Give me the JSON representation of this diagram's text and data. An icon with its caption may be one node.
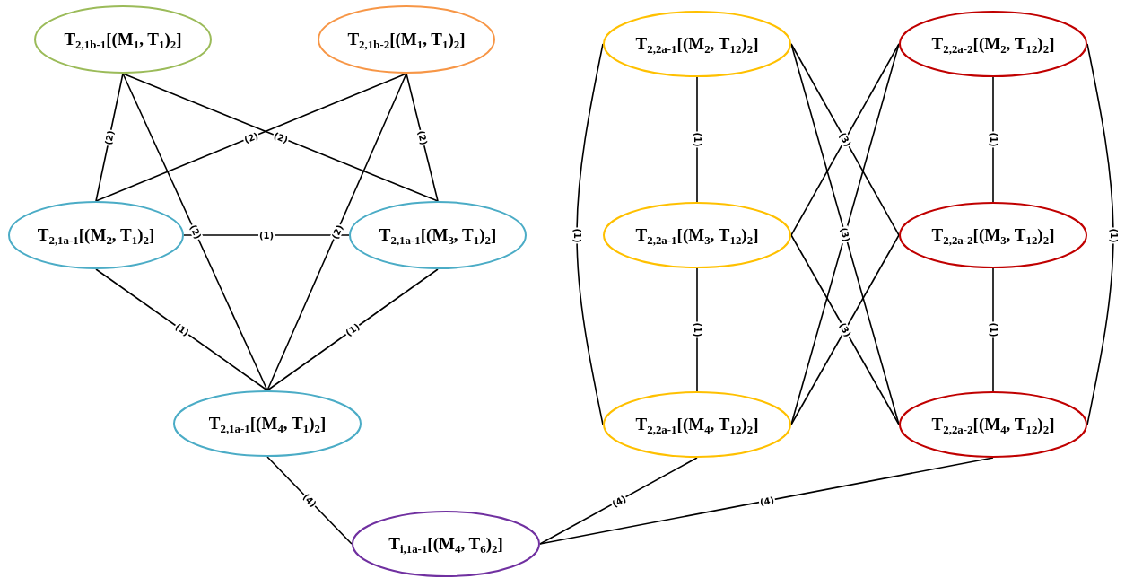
{
  "diagram": {
    "nodes": [
      {
        "text": [
          "T$_{2,1b-1}$[(M$_{1}$, T$_{1}$)$_{2}$]"
        ]
      },
      {
        "text": [
          "T$_{2,1b-2}$[(M$_{1}$, T$_{1}$)$_{2}$]"
        ]
      },
      {
        "text": [
          "T$_{2,1a-1}$[(M$_{2}$, T$_{1}$)$_{2}$]"
        ]
      },
      {
        "text": [
          "T$_{2,1a-1}$[(M$_{3}$, T$_{1}$)$_{2}$]"
        ]
      },
      {
        "text": [
          "T$_{2,1a-1}$[(M$_{4}$, T$_{1}$)$_{2}$]"
        ]
      },
      {
        "text": [
          "T$_{i,1a-1}$[(M$_{4}$, T$_{6}$)$_{2}$]"
        ]
      },
      {
        "text": [
          "T$_{2,2a-1}$[(M$_{2}$, T$_{12}$)$_{2}$]"
        ]
      },
      {
        "text": [
          "T$_{2,2a-1}$[(M$_{3}$, T$_{12}$)$_{2}$]"
        ]
      },
      {
        "text": [
          "T$_{2,2a-1}$[(M$_{4}$, T$_{12}$)$_{2}$]"
        ]
      },
      {
        "text": [
          "T$_{2,2a-2}$[(M$_{2}$, T$_{12}$)$_{2}$]"
        ]
      },
      {
        "text": [
          "T$_{2,2a-2}$[(M$_{3}$, T$_{12}$)$_{2}$]"
        ]
      },
      {
        "text": [
          "T$_{2,2a-2}$[(M$_{4}$, T$_{12}$)$_{2}$]"
        ]
      }
    ],
    "edges": [
      {
        "from": 0,
        "to": 2,
        "arrow": "none",
        "label": "(2)"
      },
      {
        "from": 0,
        "to": 3,
        "arrow": "none",
        "label": "(2)"
      },
      {
        "from": 1,
        "to": 2,
        "arrow": "none",
        "label": "(2)"
      },
      {
        "from": 1,
        "to": 3,
        "arrow": "none",
        "label": "(2)"
      },
      {
        "from": 0,
        "to": 4,
        "arrow": "none",
        "label": "(2)"
      },
      {
        "from": 1,
        "to": 4,
        "arrow": "none",
        "label": "(2)"
      },
      {
        "from": 2,
        "to": 3,
        "arrow": "none",
        "label": "(1)"
      },
      {
        "from": 2,
        "to": 4,
        "arrow": "none",
        "label": "(1)"
      },
      {
        "from": 3,
        "to": 4,
        "arrow": "none",
        "label": "(1)"
      },
      {
        "from": 4,
        "to": 5,
        "arrow": "none",
        "label": "(4)"
      },
      {
        "from": 6,
        "to": 7,
        "arrow": "none",
        "label": "(1)"
      },
      {
        "from": 7,
        "to": 8,
        "arrow": "none",
        "label": "(1)"
      },
      {
        "from": 9,
        "to": 10,
        "arrow": "none",
        "label": "(1)"
      },
      {
        "from": 10,
        "to": 11,
        "arrow": "none",
        "label": "(1)"
      },
      {
        "from": 6,
        "to": 8,
        "arrow": "none",
        "label": "(1)"
      },
      {
        "from": 9,
        "to": 11,
        "arrow": "none",
        "label": "(1)"
      },
      {
        "from": 6,
        "to": 10,
        "arrow": "none",
        "label": "(3)"
      },
      {
        "from": 7,
        "to": 9,
        "arrow": "none"
      },
      {
        "from": 6,
        "to": 11,
        "arrow": "none",
        "label": "(3)"
      },
      {
        "from": 8,
        "to": 9,
        "arrow": "none"
      },
      {
        "from": 7,
        "to": 11,
        "arrow": "none",
        "label": "(3)"
      },
      {
        "from": 8,
        "to": 10,
        "arrow": "none"
      },
      {
        "from": 8,
        "to": 5,
        "arrow": "none",
        "label": "(4)"
      },
      {
        "from": 11,
        "to": 5,
        "arrow": "none",
        "label": "(4)"
      }
    ]
  }
}
